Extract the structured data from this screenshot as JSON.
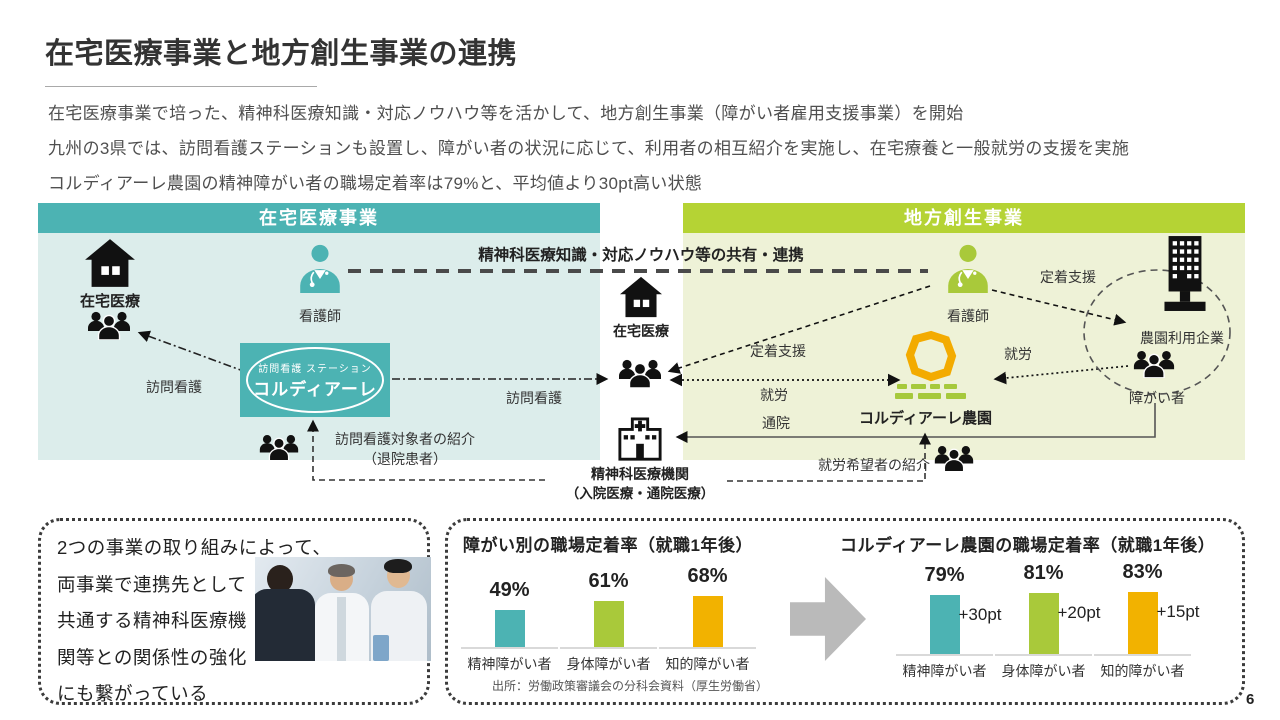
{
  "slide": {
    "title": "在宅医療事業と地方創生事業の連携",
    "intro_lines": [
      "在宅医療事業で培った、精神科医療知識・対応ノウハウ等を活かして、地方創生事業（障がい者雇用支援事業）を開始",
      "九州の3県では、訪問看護ステーションも設置し、障がい者の状況に応じて、利用者の相互紹介を実施し、在宅療養と一般就労の支援を実施",
      "コルディアーレ農園の精神障がい者の職場定着率は79%と、平均値より30pt高い状態"
    ],
    "page_number": "6"
  },
  "diagram": {
    "left_panel": {
      "header": "在宅医療事業",
      "home_label": "在宅医療",
      "nurse_label": "看護師",
      "visiting_care_label_a": "訪問看護",
      "visiting_care_label_b": "訪問看護",
      "station_name_small": "訪問看護 ステーション",
      "station_name_large": "コルディアーレ",
      "referral_line1": "訪問看護対象者の紹介",
      "referral_line2": "（退院患者）"
    },
    "center": {
      "share_label": "精神科医療知識・対応ノウハウ等の共有・連携",
      "home_label": "在宅医療",
      "hospital_line1": "精神科医療機関",
      "hospital_line2": "（入院医療・通院医療）"
    },
    "right_panel": {
      "header": "地方創生事業",
      "nurse_label": "看護師",
      "support_label_top": "定着支援",
      "support_label_left": "定着支援",
      "work_label_left": "就労",
      "work_label_right": "就労",
      "hospital_visit_label": "通院",
      "referral_label": "就労希望者の紹介",
      "company_label": "農園利用企業",
      "disabled_label": "障がい者",
      "farm_label": "コルディアーレ農園"
    },
    "icons": [
      "house-icon",
      "people-group-icon",
      "nurse-icon",
      "hospital-icon",
      "office-building-icon",
      "farm-logo-icon"
    ]
  },
  "insight_box": {
    "lines": [
      "2つの事業の取り組みによって、",
      "両事業で連携先として",
      "共通する精神科医療機",
      "関等との関係性の強化",
      "にも繋がっている"
    ]
  },
  "chart_data": [
    {
      "type": "bar",
      "title": "障がい別の職場定着率（就職1年後）",
      "categories": [
        "精神障がい者",
        "身体障がい者",
        "知的障がい者"
      ],
      "values": [
        49,
        61,
        68
      ],
      "value_labels": [
        "49%",
        "61%",
        "68%"
      ],
      "colors": [
        "#4cb3b3",
        "#a9c93a",
        "#f2b200"
      ],
      "ylim": [
        0,
        100
      ],
      "grid": false,
      "source": "出所：労働政策審議会の分科会資料（厚生労働省）"
    },
    {
      "type": "bar",
      "title": "コルディアーレ農園の職場定着率（就職1年後）",
      "categories": [
        "精神障がい者",
        "身体障がい者",
        "知的障がい者"
      ],
      "values": [
        79,
        81,
        83
      ],
      "value_labels": [
        "79%",
        "81%",
        "83%"
      ],
      "deltas": [
        "+30pt",
        "+20pt",
        "+15pt"
      ],
      "colors": [
        "#4cb3b3",
        "#a9c93a",
        "#f2b200"
      ],
      "ylim": [
        0,
        100
      ],
      "grid": false
    }
  ],
  "colors": {
    "teal": "#4cb3b3",
    "teal_light": "#dcedeb",
    "green": "#b5d334",
    "green_light": "#eef2d7",
    "amber": "#f2b200",
    "arrow_gray": "#bababa"
  }
}
